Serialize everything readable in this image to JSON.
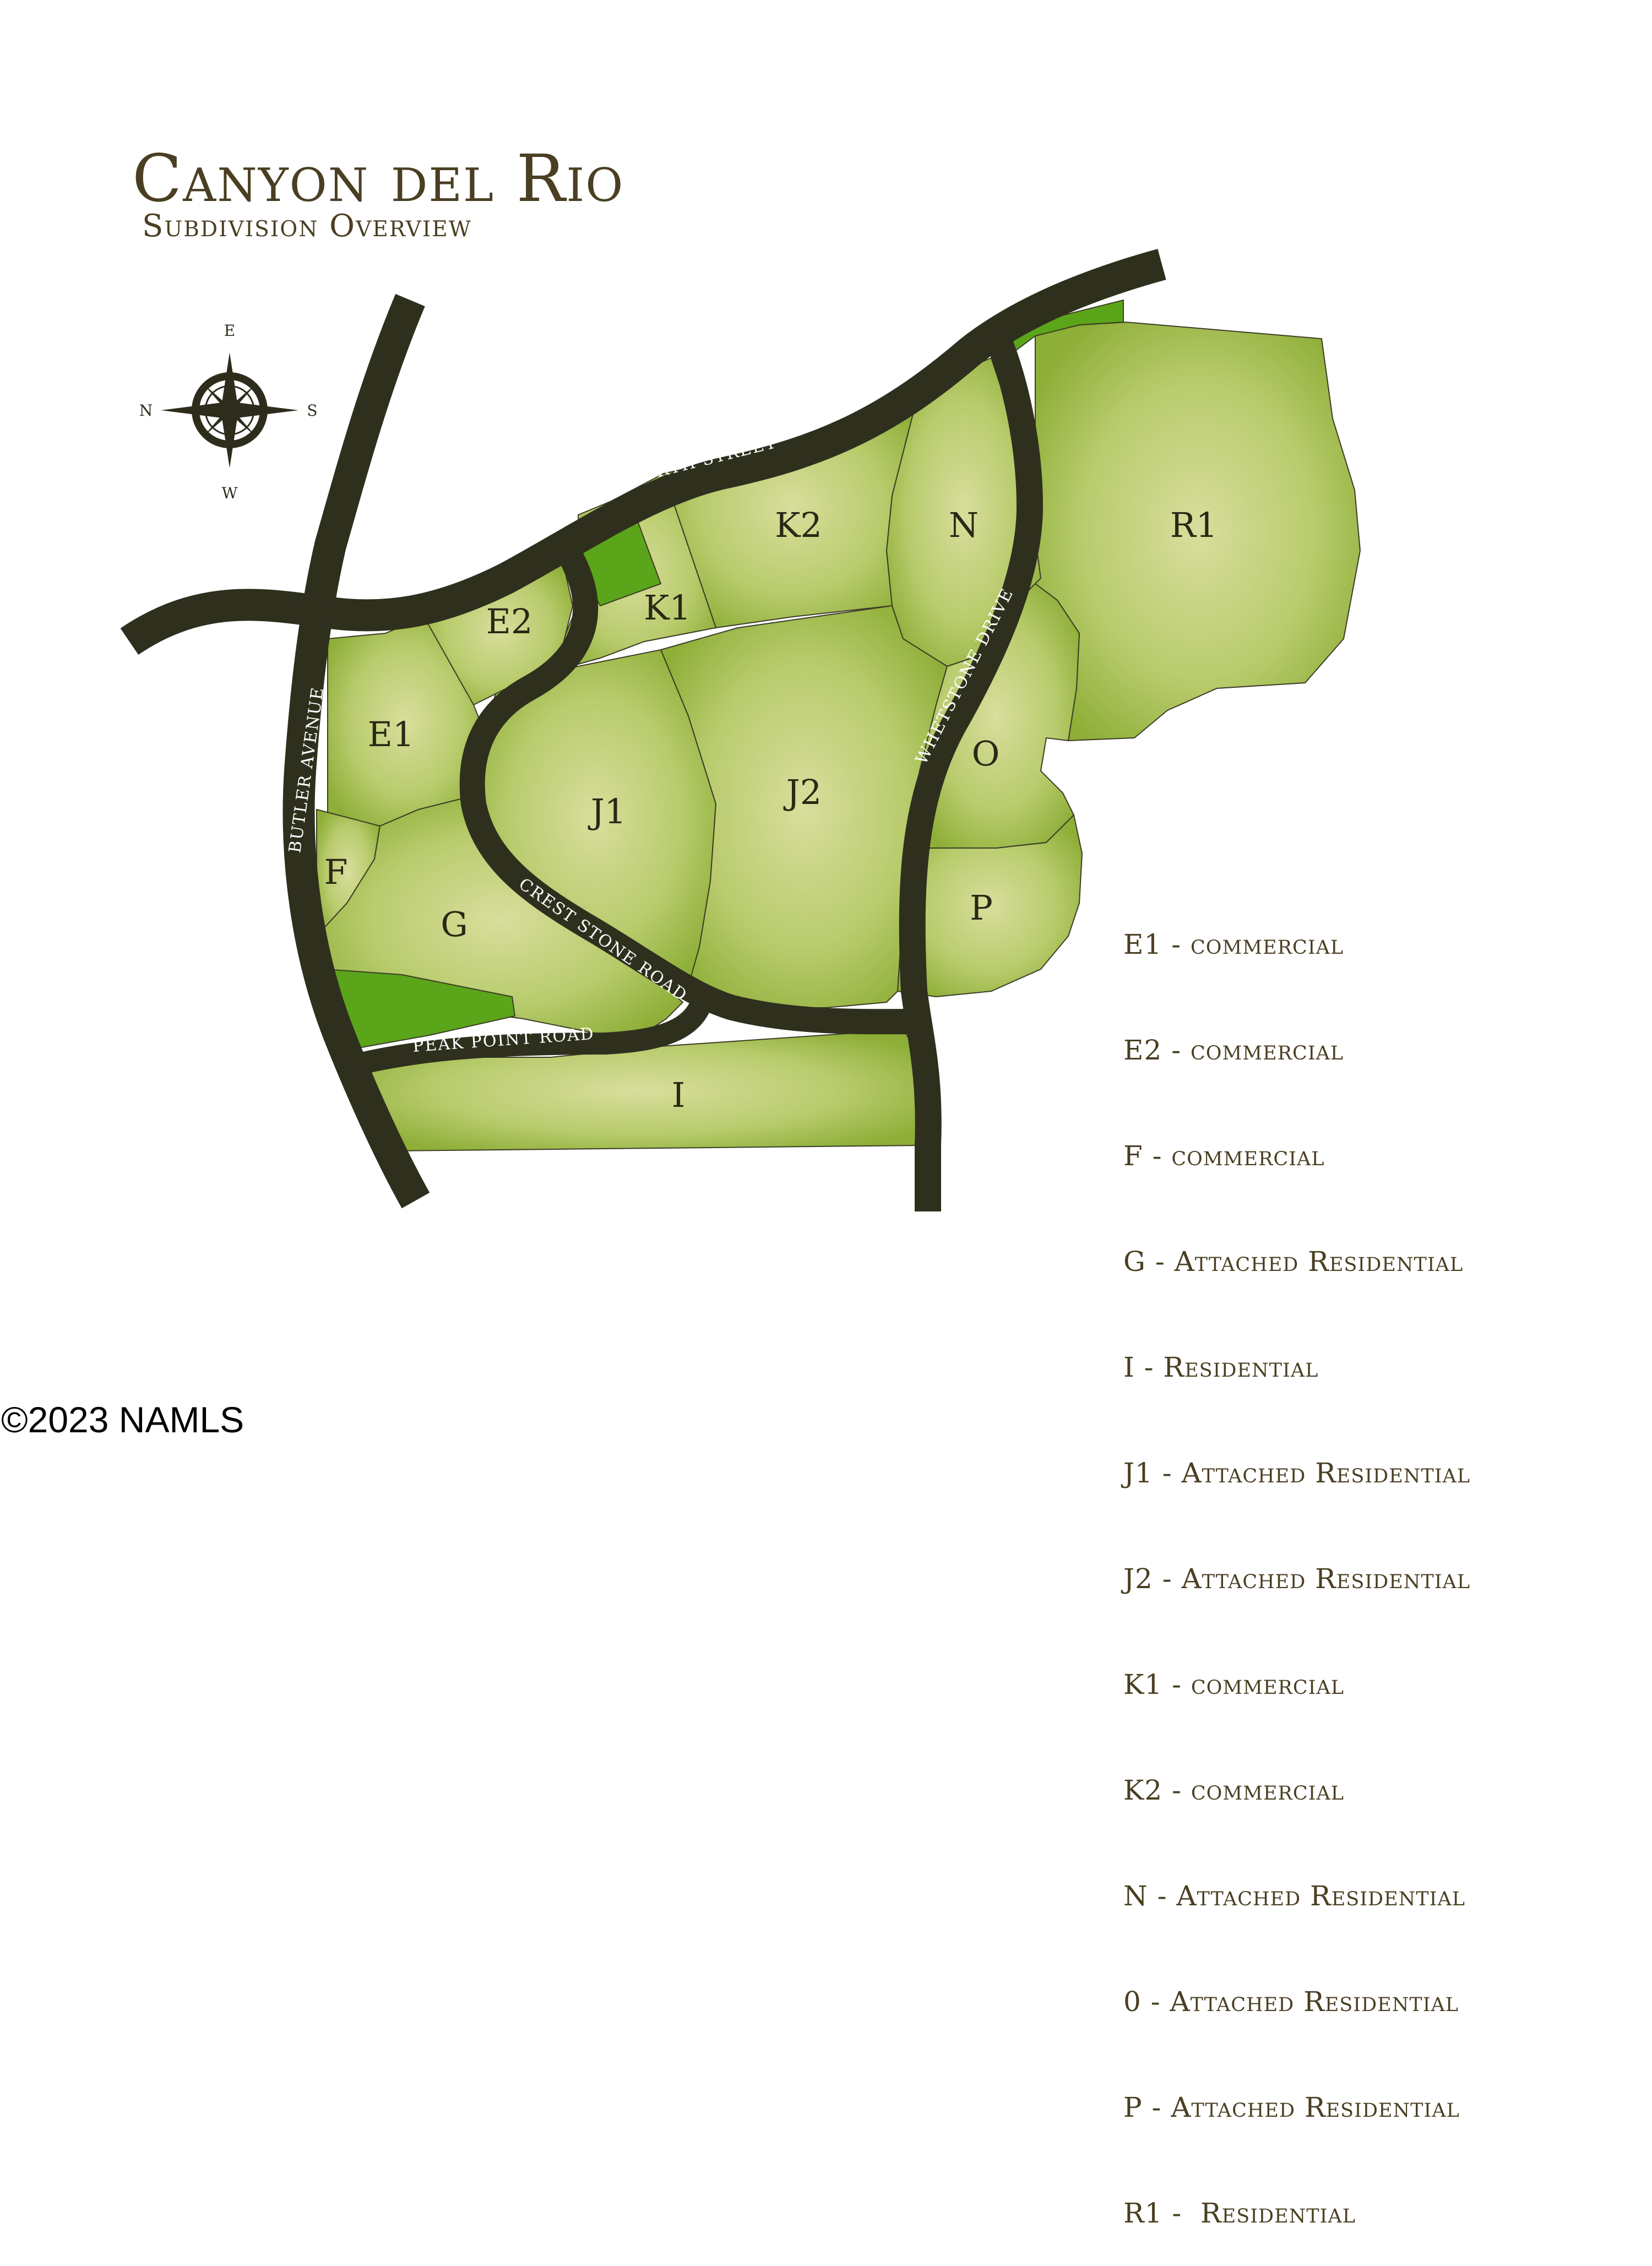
{
  "header": {
    "title": "Canyon del Rio",
    "subtitle": "Subdivision Overview"
  },
  "compass": {
    "top": "E",
    "left": "N",
    "right": "S",
    "bottom": "W"
  },
  "roads": {
    "fourth_street": "FOURTH STREET",
    "butler_avenue": "BUTLER AVENUE",
    "whetstone_drive": "WHETSTONE DRIVE",
    "crest_stone_road": "CREST STONE ROAD",
    "peak_point_road": "PEAK POINT ROAD"
  },
  "parcels": {
    "E1": "E1",
    "E2": "E2",
    "F": "F",
    "G": "G",
    "I": "I",
    "J1": "J1",
    "J2": "J2",
    "K1": "K1",
    "K2": "K2",
    "N": "N",
    "O": "O",
    "P": "P",
    "R1": "R1"
  },
  "legend": [
    "E1 - commercial",
    "E2 - commercial",
    "F - commercial",
    "G - Attached Residential",
    "I - Residential",
    "J1 - Attached Residential",
    "J2 - Attached Residential",
    "K1 - commercial",
    "K2 - commercial",
    "N - Attached Residential",
    "0 - Attached Residential",
    "P - Attached Residential",
    "R1 -  Residential"
  ],
  "colors": {
    "parcel_light": "#d6dc98",
    "parcel_dark": "#8cad36",
    "open_space": "#5aa51a",
    "road": "#2f2f1e",
    "text": "#4a3f22"
  },
  "footer": {
    "copyright": "©2023 NAMLS"
  }
}
